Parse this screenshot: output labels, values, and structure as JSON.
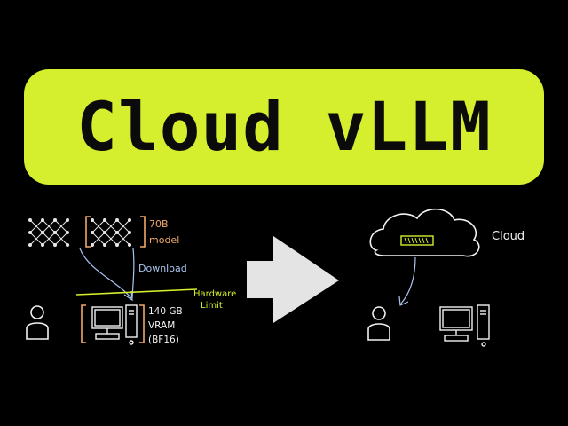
{
  "banner": {
    "title": "Cloud vLLM"
  },
  "left_panel": {
    "model_label_line1": "70B",
    "model_label_line2": "model",
    "download_label": "Download",
    "hardware_label_line1": "Hardware",
    "hardware_label_line2": "Limit",
    "vram_line1": "140 GB",
    "vram_line2": "VRAM",
    "vram_line3": "(BF16)"
  },
  "right_panel": {
    "cloud_label": "Cloud"
  },
  "colors": {
    "background": "#000000",
    "banner": "#d5ee2d",
    "model_bracket": "#f0a86a",
    "download_text": "#a9c6ef",
    "hardware_line": "#d5ee2d",
    "sketch": "#f2f2f2",
    "arrow": "#e4e4e4"
  }
}
